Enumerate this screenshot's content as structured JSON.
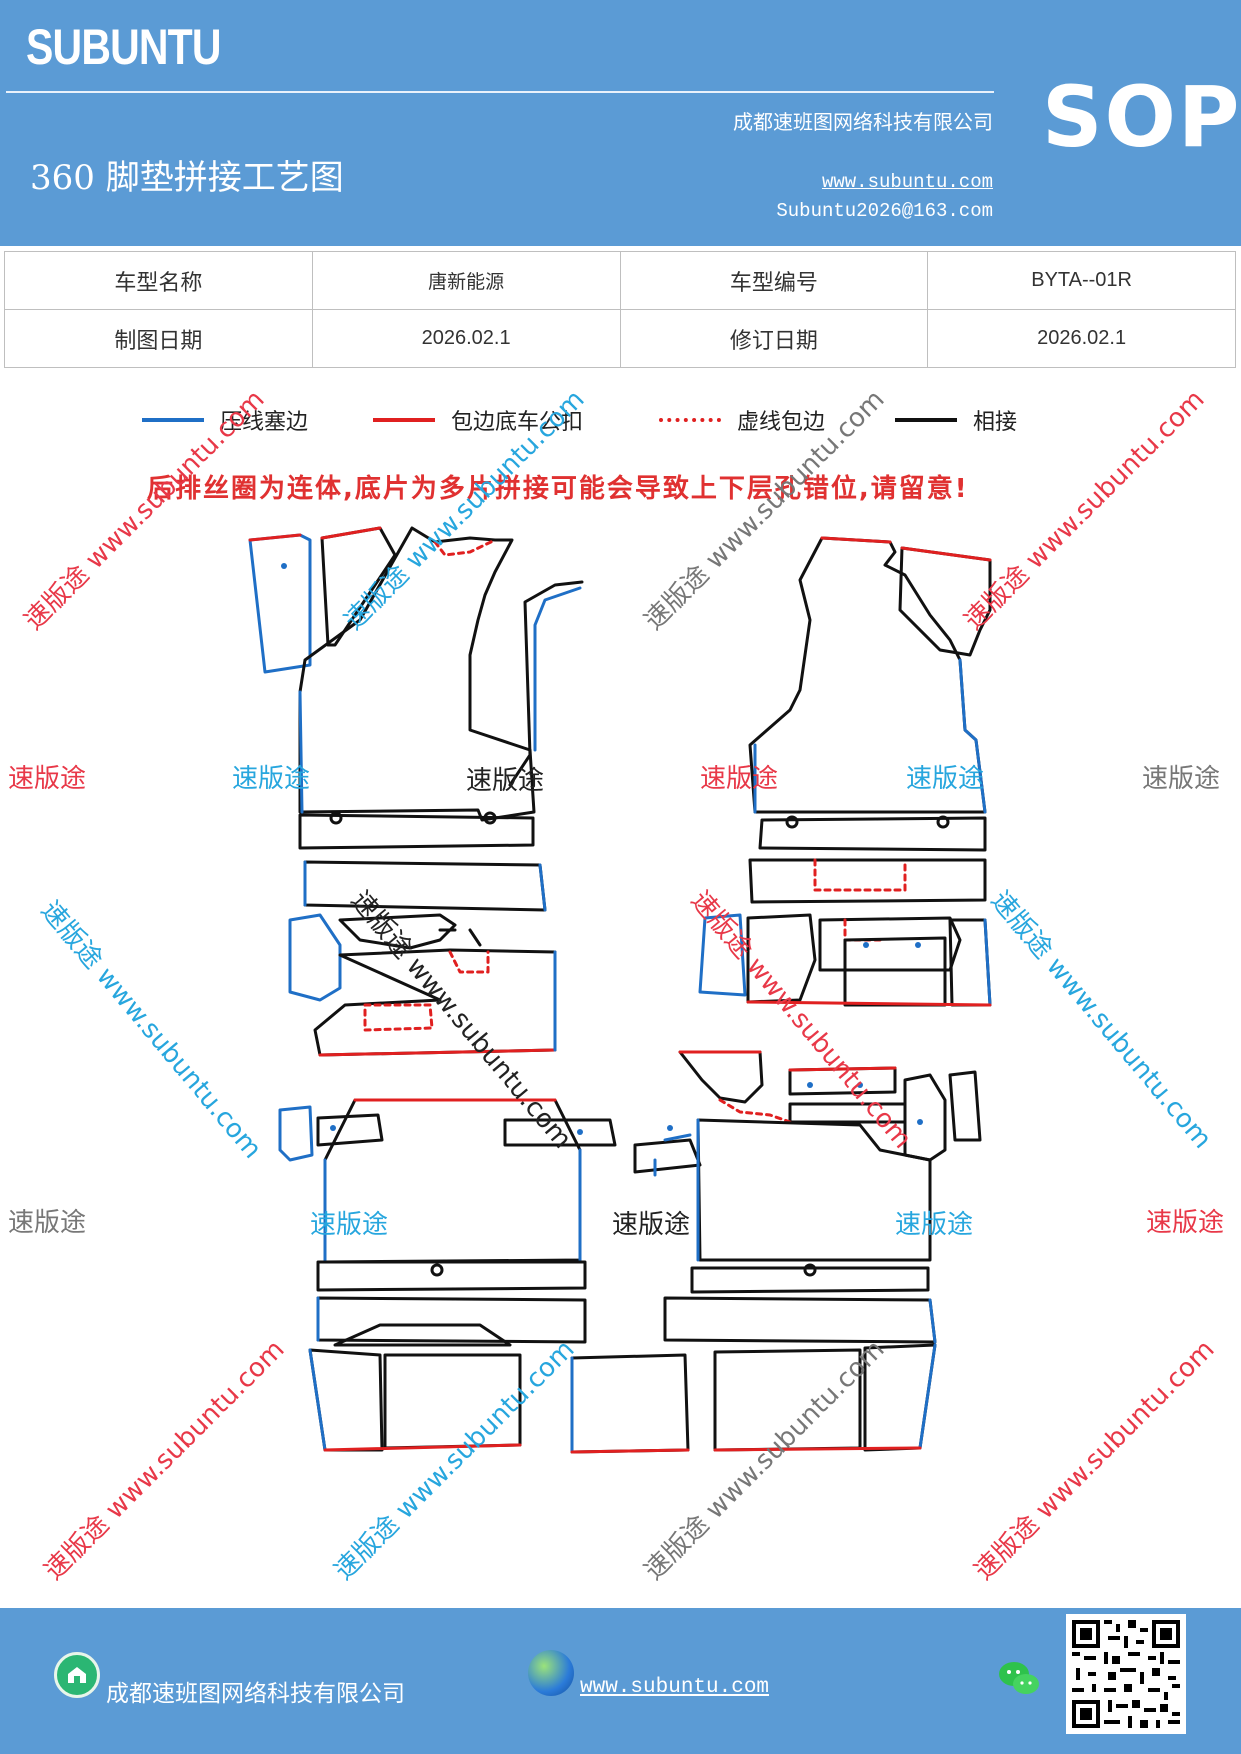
{
  "header": {
    "brand": "SUBUNTU",
    "title": "360 脚垫拼接工艺图",
    "company": "成都速班图网络科技有限公司",
    "website": "www.subuntu.com",
    "email": "Subuntu2026@163.com",
    "sop": "SOP",
    "bg_color": "#5b9bd5"
  },
  "info_table": {
    "model_name_label": "车型名称",
    "model_name_value": "唐新能源",
    "model_code_label": "车型编号",
    "model_code_value": "BYTA--01R",
    "draw_date_label": "制图日期",
    "draw_date_value": "2026.02.1",
    "revise_date_label": "修订日期",
    "revise_date_value": "2026.02.1"
  },
  "legend": [
    {
      "label": "压线塞边",
      "color": "#1f6fc6",
      "style": "solid"
    },
    {
      "label": "包边底车公扣",
      "color": "#e02020",
      "style": "solid"
    },
    {
      "label": "虚线包边",
      "color": "#e02020",
      "style": "dotted"
    },
    {
      "label": "相接",
      "color": "#111111",
      "style": "solid"
    }
  ],
  "warning": "后排丝圈为连体,底片为多片拼接可能会导致上下层孔错位,请留意!",
  "watermarks": {
    "brand": "速版途",
    "diag": "速版途 www.subuntu.com",
    "colors": {
      "red": "#e83848",
      "blue": "#27a6de",
      "gray": "#777777",
      "dark": "#222222"
    }
  },
  "footer": {
    "company": "成都速班图网络科技有限公司",
    "website": "www.subuntu.com ",
    "home_icon": "home-icon",
    "globe_icon": "globe-icon",
    "wechat_icon": "wechat-icon",
    "qr_icon": "qr-code-icon"
  }
}
